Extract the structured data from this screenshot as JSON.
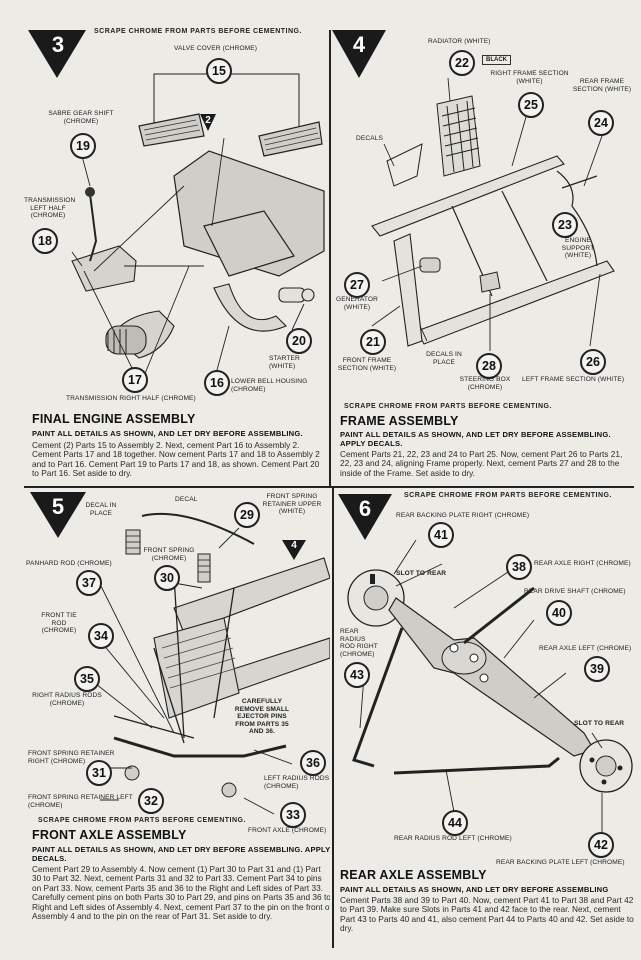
{
  "step3": {
    "number": "3",
    "scrape_note": "SCRAPE CHROME FROM PARTS BEFORE CEMENTING.",
    "labels": {
      "valve_cover": "VALVE COVER (CHROME)",
      "sabre_gear_shift": "SABRE GEAR SHIFT (CHROME)",
      "trans_left": "TRANSMISSION LEFT HALF (CHROME)",
      "starter": "STARTER (WHITE)",
      "lower_bell": "LOWER BELL HOUSING (CHROME)",
      "trans_right": "TRANSMISSION RIGHT HALF (CHROME)"
    },
    "parts": {
      "p15": "15",
      "p19": "19",
      "p18": "18",
      "p20": "20",
      "p16": "16",
      "p17": "17",
      "sub2": "2"
    },
    "title": "FINAL ENGINE ASSEMBLY",
    "subtitle": "PAINT ALL DETAILS AS SHOWN, AND LET DRY BEFORE ASSEMBLING.",
    "body": "Cement (2) Parts 15 to Assembly 2. Next, cement Part 16 to Assembly 2. Cement Parts 17 and 18 together. Now cement Parts 17 and 18 to Assembly 2 and to Part 16. Cement Part 19 to Parts 17 and 18, as shown. Cement Part 20 to Part 16. Set aside to dry."
  },
  "step4": {
    "number": "4",
    "scrape_note": "SCRAPE CHROME FROM PARTS BEFORE CEMENTING.",
    "labels": {
      "radiator": "RADIATOR (WHITE)",
      "black": "BLACK",
      "right_frame": "RIGHT FRAME SECTION (WHITE)",
      "rear_frame": "REAR FRAME SECTION (WHITE)",
      "decals": "DECALS",
      "engine_support": "ENGINE SUPPORT (WHITE)",
      "generator": "GENERATOR (WHITE)",
      "front_frame": "FRONT FRAME SECTION (WHITE)",
      "decals_in_place": "DECALS IN PLACE",
      "steering_box": "STEERING BOX (CHROME)",
      "left_frame": "LEFT FRAME SECTION (WHITE)"
    },
    "parts": {
      "p22": "22",
      "p25": "25",
      "p24": "24",
      "p23": "23",
      "p27": "27",
      "p21": "21",
      "p28": "28",
      "p26": "26"
    },
    "title": "FRAME ASSEMBLY",
    "subtitle": "PAINT ALL DETAILS AS SHOWN, AND LET DRY BEFORE ASSEMBLING. APPLY DECALS.",
    "body": "Cement Parts 21, 22, 23 and 24 to Part 25. Now, cement Part 26 to Parts 21, 22, 23 and 24, aligning Frame properly. Next, cement Parts 27 and 28 to the inside of the Frame. Set aside to dry."
  },
  "step5": {
    "number": "5",
    "scrape_note": "SCRAPE CHROME FROM PARTS BEFORE CEMENTING.",
    "labels": {
      "decal": "DECAL",
      "decal_in_place": "DECAL IN PLACE",
      "front_spring_upper": "FRONT SPRING RETAINER UPPER (WHITE)",
      "front_spring": "FRONT SPRING (CHROME)",
      "panhard": "PANHARD ROD (CHROME)",
      "front_tie_rod": "FRONT TIE ROD (CHROME)",
      "right_radius": "RIGHT RADIUS RODS (CHROME)",
      "carefully": "CAREFULLY REMOVE SMALL EJECTOR PINS FROM PARTS 35 AND 36.",
      "retainer_right": "FRONT SPRING RETAINER RIGHT (CHROME)",
      "left_radius": "LEFT RADIUS RODS (CHROME)",
      "retainer_left": "FRONT SPRING RETAINER LEFT (CHROME)",
      "front_axle": "FRONT AXLE (CHROME)"
    },
    "parts": {
      "p29": "29",
      "p30": "30",
      "p37": "37",
      "p34": "34",
      "p35": "35",
      "p31": "31",
      "p36": "36",
      "p32": "32",
      "p33": "33",
      "sub4": "4"
    },
    "title": "FRONT AXLE ASSEMBLY",
    "subtitle": "PAINT ALL DETAILS AS SHOWN, AND LET DRY BEFORE ASSEMBLING. APPLY DECALS.",
    "body": "Cement Part 29 to Assembly 4. Now cement (1) Part 30 to Part 31 and (1) Part 30 to Part 32. Next, cement Parts 31 and 32 to Part 33. Cement Part 34 to pins on Part 33. Now, cement Parts 35 and 36 to the Right and Left sides of Part 33. Carefully cement pins on both Parts 30 to Part 29, and pins on Parts 35 and 36 to Right and Left sides of Assembly 4. Next, cement Part 37 to the pin on the front of Assembly 4 and to the pin on the rear of Part 31. Set aside to dry."
  },
  "step6": {
    "number": "6",
    "scrape_note": "SCRAPE CHROME FROM PARTS BEFORE CEMENTING.",
    "labels": {
      "rear_backing_right": "REAR BACKING PLATE RIGHT (CHROME)",
      "slot_to_rear_1": "SLOT TO REAR",
      "rear_axle_right": "REAR AXLE RIGHT (CHROME)",
      "rear_drive_shaft": "REAR DRIVE SHAFT (CHROME)",
      "rear_radius_right": "REAR RADIUS ROD RIGHT (CHROME)",
      "rear_axle_left": "REAR AXLE LEFT (CHROME)",
      "slot_to_rear_2": "SLOT TO REAR",
      "rear_radius_left": "REAR RADIUS ROD LEFT (CHROME)",
      "rear_backing_left": "REAR BACKING PLATE LEFT (CHROME)"
    },
    "parts": {
      "p41": "41",
      "p38": "38",
      "p40": "40",
      "p43": "43",
      "p39": "39",
      "p44": "44",
      "p42": "42"
    },
    "title": "REAR AXLE ASSEMBLY",
    "subtitle": "PAINT ALL DETAILS AS SHOWN, AND LET DRY BEFORE ASSEMBLING",
    "body": "Cement Parts 38 and 39 to Part 40. Now, cement Part 41 to Part 38 and Part 42 to Part 39. Make sure Slots in Parts 41 and 42 face to the rear. Next, cement Part 43 to Parts 40 and 41, also cement Part 44 to Parts 40 and 42. Set aside to dry."
  }
}
